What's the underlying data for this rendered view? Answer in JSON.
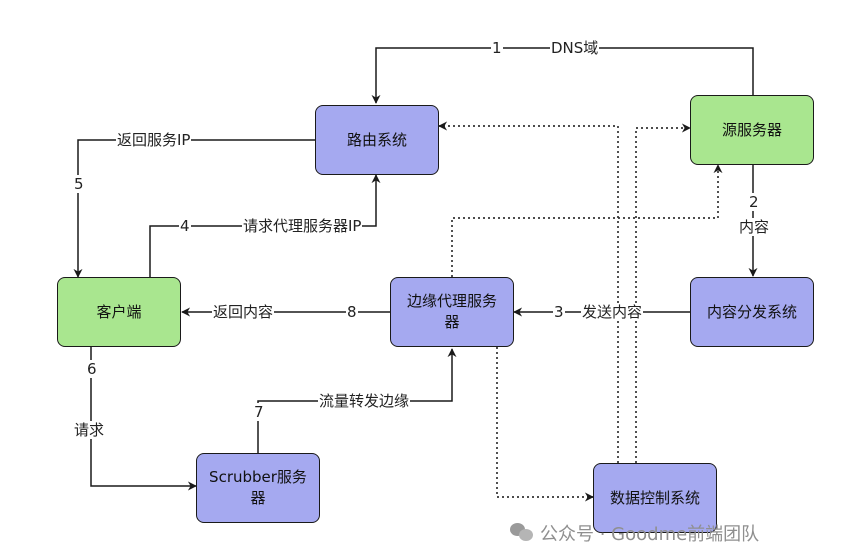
{
  "nodes": {
    "routing": "路由系统",
    "origin": "源服务器",
    "client": "客户端",
    "edge": "边缘代理服务器",
    "cdn": "内容分发系统",
    "scrubber": "Scrubber服务器",
    "datacontrol": "数据控制系统"
  },
  "edges": {
    "e1": {
      "num": "1",
      "label": "DNS域"
    },
    "e2": {
      "num": "2",
      "label": "内容"
    },
    "e3": {
      "num": "3",
      "label": "发送内容"
    },
    "e4": {
      "num": "4",
      "label": "请求代理服务器IP"
    },
    "e5": {
      "num": "5",
      "label": "返回服务IP"
    },
    "e6": {
      "num": "6",
      "label": "请求"
    },
    "e7": {
      "num": "7",
      "label": "流量转发边缘"
    },
    "e8": {
      "num": "8",
      "label": "返回内容"
    }
  },
  "colors": {
    "blue_node": "#a5a9f0",
    "green_node": "#a9e68f",
    "line": "#1a1a1a"
  },
  "watermark": "公众号 · Goodme前端团队"
}
